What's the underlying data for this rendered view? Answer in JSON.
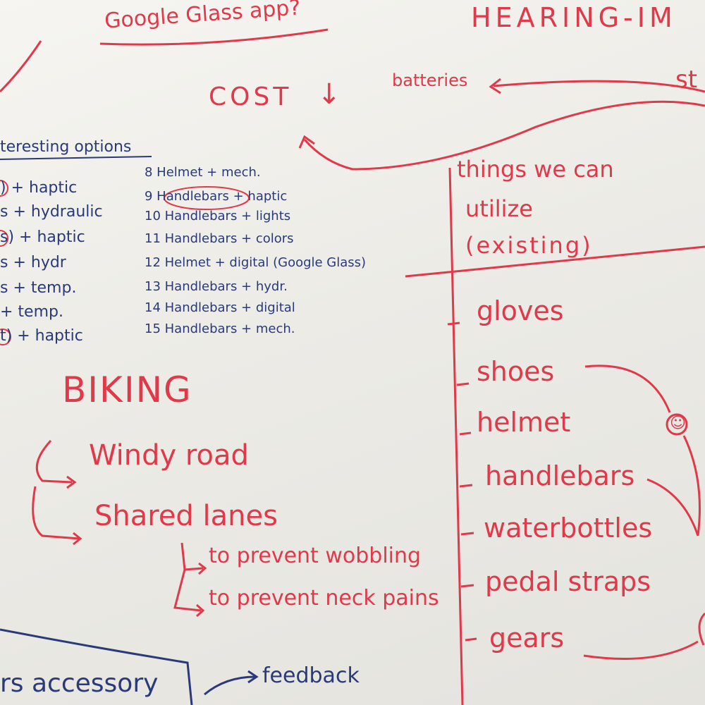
{
  "header": {
    "title": "Google Glass app?",
    "hearing": "HEARING-IM"
  },
  "cost": {
    "label": "COST",
    "arrow": "↓",
    "batteries": "batteries",
    "edge_text": "st"
  },
  "options": {
    "heading": "teresting options",
    "left": [
      ") + haptic",
      "s + hydraulic",
      "s) + haptic",
      "s + hydr",
      "s + temp.",
      "+ temp.",
      "t) + haptic"
    ],
    "right": [
      "8 Helmet + mech.",
      "9 Handlebars + haptic",
      "10 Handlebars + lights",
      "11 Handlebars + colors",
      "12 Helmet + digital (Google Glass)",
      "13 Handlebars + hydr.",
      "14 Handlebars + digital",
      "15 Handlebars + mech."
    ]
  },
  "utilize": {
    "line1": "things we can",
    "line2": "utilize",
    "line3": "(existing)",
    "items": [
      "gloves",
      "shoes",
      "helmet",
      "handlebars",
      "waterbottles",
      "pedal straps",
      "gears"
    ],
    "smiley": "☺"
  },
  "biking": {
    "title": "BIKING",
    "windy": "Windy road",
    "shared": "Shared lanes",
    "wobble": "to prevent wobbling",
    "neck": "to prevent neck pains"
  },
  "accessory": {
    "label": "rs accessory",
    "feedback": "feedback"
  },
  "colors": {
    "red_marker": "#e0394a",
    "blue_marker": "#2a3a78",
    "board": "#f2f1ec"
  }
}
